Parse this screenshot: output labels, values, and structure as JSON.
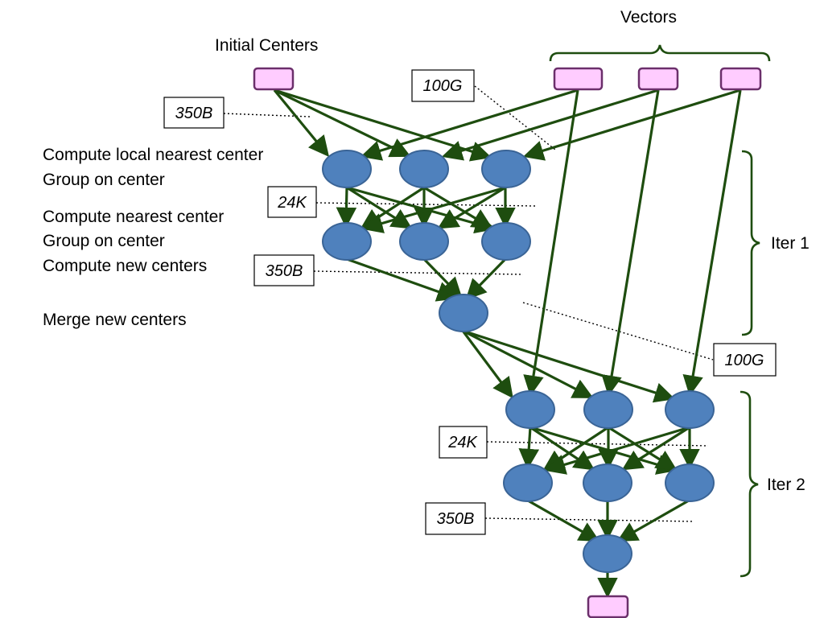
{
  "title_initial": "Initial Centers",
  "title_vectors": "Vectors",
  "steps": {
    "local_nearest": "Compute local nearest center",
    "group1": "Group on center",
    "nearest": "Compute nearest center",
    "group2": "Group on center",
    "new_centers": "Compute new centers",
    "merge": "Merge new centers"
  },
  "iterations": {
    "iter1": "Iter 1",
    "iter2": "Iter 2"
  },
  "sizes": {
    "s350b_a": "350B",
    "s100g_a": "100G",
    "s24k_a": "24K",
    "s350b_b": "350B",
    "s100g_b": "100G",
    "s24k_b": "24K",
    "s350b_c": "350B"
  },
  "colors": {
    "node": "#4f81bd",
    "vector": "#ffccff",
    "edge": "#1e4d0f"
  }
}
